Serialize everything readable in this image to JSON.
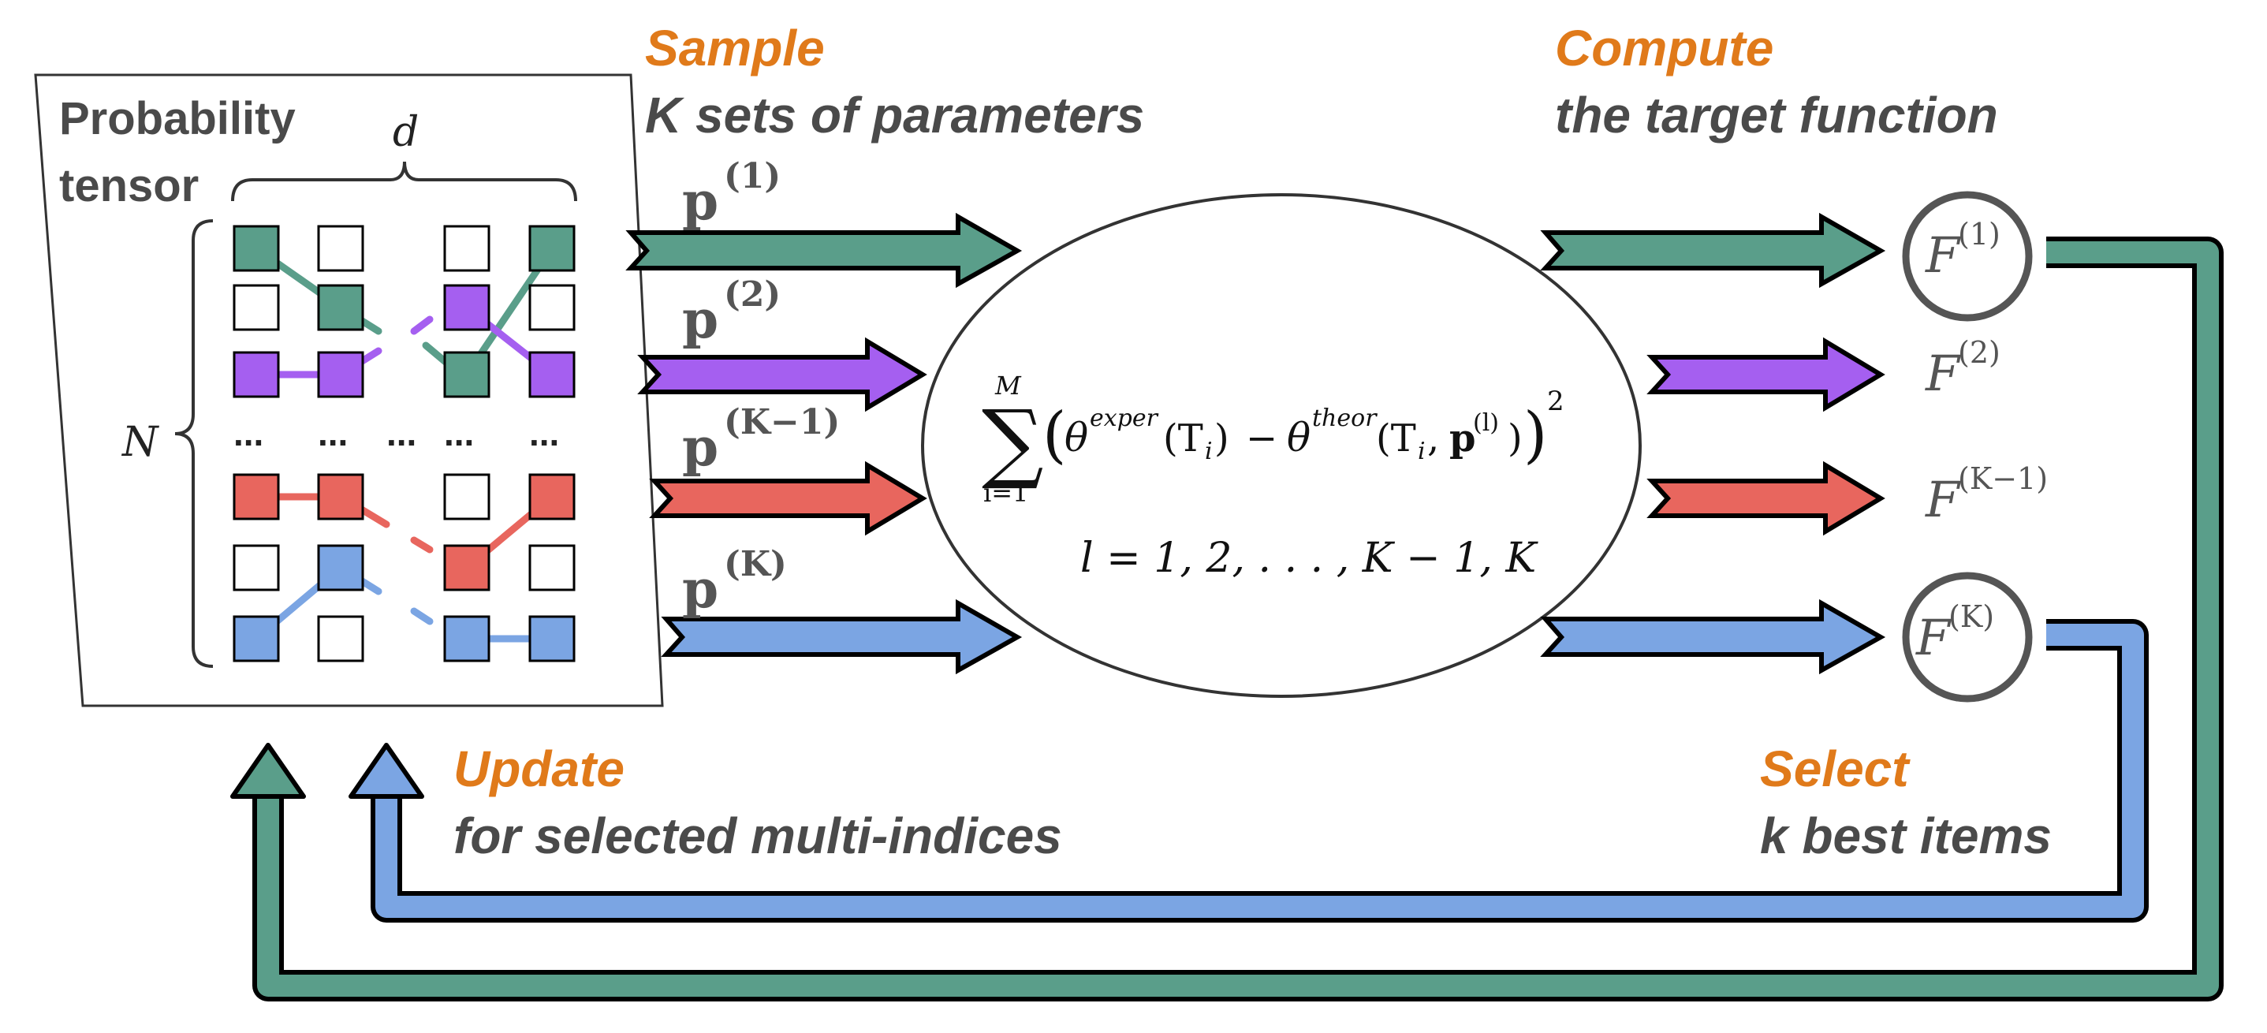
{
  "colors": {
    "teal": "#5a9e8a",
    "purple": "#a55ff0",
    "red": "#e8665e",
    "blue": "#7ba5e3",
    "orange": "#e07a1a",
    "text_gray": "#4a4a4a",
    "outline": "#000000"
  },
  "tensor": {
    "title_line1": "Probability",
    "title_line2": "tensor",
    "dim_d": "d",
    "dim_N": "N",
    "dots": "..."
  },
  "steps": {
    "sample": {
      "verb": "Sample",
      "text": "K sets of parameters"
    },
    "compute": {
      "verb": "Compute",
      "text": "the target function"
    },
    "update": {
      "verb": "Update",
      "text": "for selected multi-indices"
    },
    "select": {
      "verb": "Select",
      "text": "k best items"
    }
  },
  "params": [
    {
      "base": "p",
      "sup": "(1)",
      "color": "teal"
    },
    {
      "base": "p",
      "sup": "(2)",
      "color": "purple"
    },
    {
      "base": "p",
      "sup": "(K−1)",
      "color": "red"
    },
    {
      "base": "p",
      "sup": "(K)",
      "color": "blue"
    }
  ],
  "formula": {
    "sum": "∑",
    "upper": "M",
    "lower": "i=1",
    "lparen": "(",
    "theta1": "θ",
    "sup1": "exper",
    "arg1": "(T",
    "arg1_sub": "i",
    "arg1_end": ")",
    "minus": "−",
    "theta2": "θ",
    "sup2": "theor",
    "arg2": "(T",
    "arg2_sub": "i",
    "arg2_mid": ", ",
    "arg2_p": "p",
    "arg2_psup": "(l)",
    "arg2_end": ")",
    "rparen": ")",
    "square": "2",
    "line2": "l = 1, 2, . . . , K − 1, K"
  },
  "outputs": [
    {
      "base": "F",
      "sup": "(1)",
      "selected": true
    },
    {
      "base": "F",
      "sup": "(2)",
      "selected": false
    },
    {
      "base": "F",
      "sup": "(K−1)",
      "selected": false
    },
    {
      "base": "F",
      "sup": "(K)",
      "selected": true
    }
  ]
}
